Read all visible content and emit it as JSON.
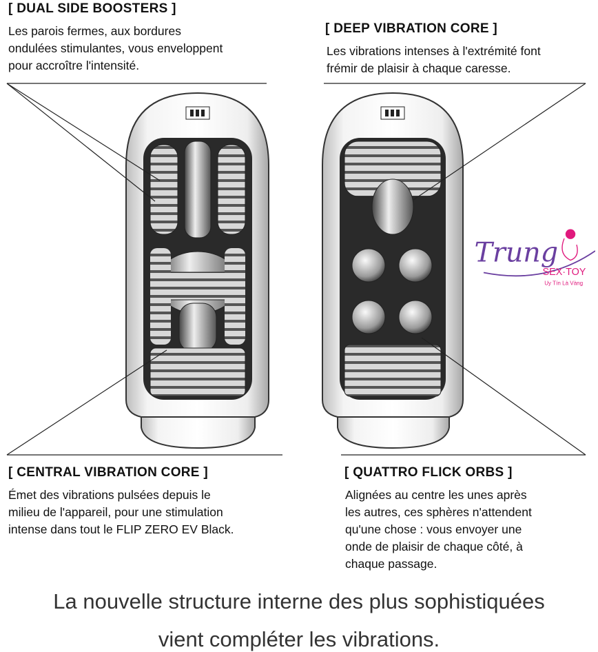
{
  "callouts": {
    "dual_side_boosters": {
      "title": "[ DUAL SIDE BOOSTERS ]",
      "lines": [
        "Les parois fermes, aux bordures",
        "ondulées stimulantes, vous enveloppent",
        "pour accroître l'intensité."
      ]
    },
    "deep_vibration_core": {
      "title": "[ DEEP VIBRATION CORE ]",
      "lines": [
        "Les vibrations intenses à l'extrémité font",
        "frémir de plaisir à chaque caresse."
      ]
    },
    "central_vibration_core": {
      "title": "[ CENTRAL VIBRATION CORE ]",
      "lines": [
        "Émet des vibrations pulsées depuis le",
        "milieu de l'appareil, pour une stimulation",
        "intense dans tout le FLIP ZERO EV Black."
      ]
    },
    "quattro_flick_orbs": {
      "title": "[ QUATTRO FLICK ORBS ]",
      "lines": [
        "Alignées au centre les unes après",
        "les autres, ces sphères n'attendent",
        "qu'une chose : vous envoyer une",
        "onde de plaisir de chaque côté, à",
        "chaque passage."
      ]
    }
  },
  "caption": {
    "line1": "La nouvelle structure interne des plus sophistiquées",
    "line2": "vient compléter les vibrations."
  },
  "watermark": {
    "brand": "Trung",
    "sub": "SEX·TOY",
    "tagline": "Uy Tín Là Vàng"
  },
  "colors": {
    "watermark_purple": "#6a3fa0",
    "watermark_pink": "#e0197d"
  }
}
